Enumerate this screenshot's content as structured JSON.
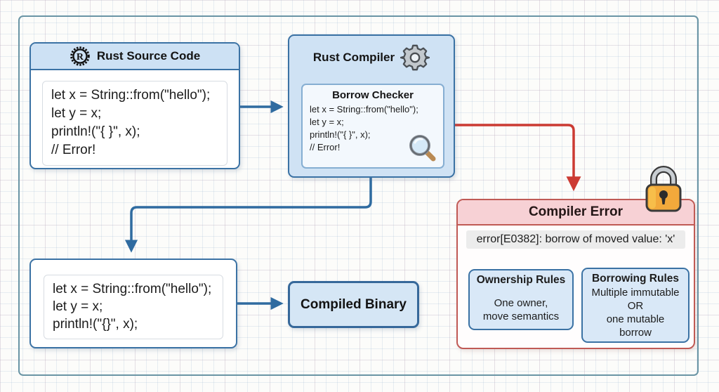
{
  "source_box": {
    "title": "Rust Source Code",
    "code": [
      "let x = String::from(\"hello\");",
      "let y = x;",
      "println!(\"{ }\", x);",
      "// Error!"
    ]
  },
  "compiler_box": {
    "title": "Rust Compiler",
    "borrow_checker": {
      "title": "Borrow Checker",
      "code": [
        "let x = String::from(\"hello\");",
        "let y = x;",
        "println!(\"{ }\", x);",
        "// Error!"
      ]
    }
  },
  "error_box": {
    "title": "Compiler Error",
    "message": "error[E0382]: borrow of moved value: 'x'",
    "ownership_rules": {
      "title": "Ownership Rules",
      "lines": [
        "One owner,",
        "move semantics"
      ]
    },
    "borrowing_rules": {
      "title": "Borrowing Rules",
      "lines": [
        "Multiple immutable",
        "OR",
        "one mutable",
        "borrow"
      ]
    }
  },
  "final_code_box": {
    "code": [
      "let x = String::from(\"hello\");",
      "let y = x;",
      "println!(\"{}\", x);"
    ]
  },
  "binary_box": {
    "title": "Compiled Binary"
  },
  "icons": {
    "rust_logo": "rust-gear-logo",
    "gear": "compiler-gear",
    "magnifier": "borrow-checker-magnifying-glass",
    "lock": "safety-padlock"
  },
  "colors": {
    "flow_arrow": "#2f6ba0",
    "error_arrow": "#cc3b33",
    "branch_arrow": "#2f6ba0",
    "box_border_blue": "#3b72a4",
    "box_fill_blue": "#cfe2f4",
    "error_border": "#c05a55",
    "error_header_fill": "#f7d1d5",
    "lock_body": "#f2a93b"
  }
}
